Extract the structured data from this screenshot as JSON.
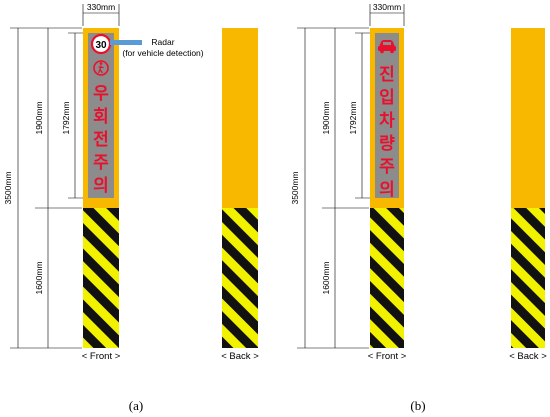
{
  "colors": {
    "pole_yellow": "#f9b800",
    "hazard_yellow": "#f2f200",
    "hazard_black": "#111111",
    "panel_gray": "#8c8c8c",
    "sign_red": "#e8112d",
    "radar_blue": "#5b9bd5"
  },
  "dimensions": {
    "width": "330mm",
    "total_height": "3500mm",
    "upper_height": "1900mm",
    "panel_height": "1792mm",
    "lower_height": "1600mm"
  },
  "panel_a": {
    "label": "(a)",
    "speed_limit": "30",
    "pedestrian_icon": "pedestrian-icon",
    "sign_chars": [
      "우",
      "회",
      "전",
      "주",
      "의"
    ],
    "radar_label": "Radar",
    "radar_sublabel": "(for vehicle detection)",
    "front_caption": "< Front >",
    "back_caption": "< Back >"
  },
  "panel_b": {
    "label": "(b)",
    "car_icon": "car-icon",
    "sign_chars": [
      "진",
      "입",
      "차",
      "량",
      "주",
      "의"
    ],
    "front_caption": "< Front >",
    "back_caption": "< Back >"
  }
}
